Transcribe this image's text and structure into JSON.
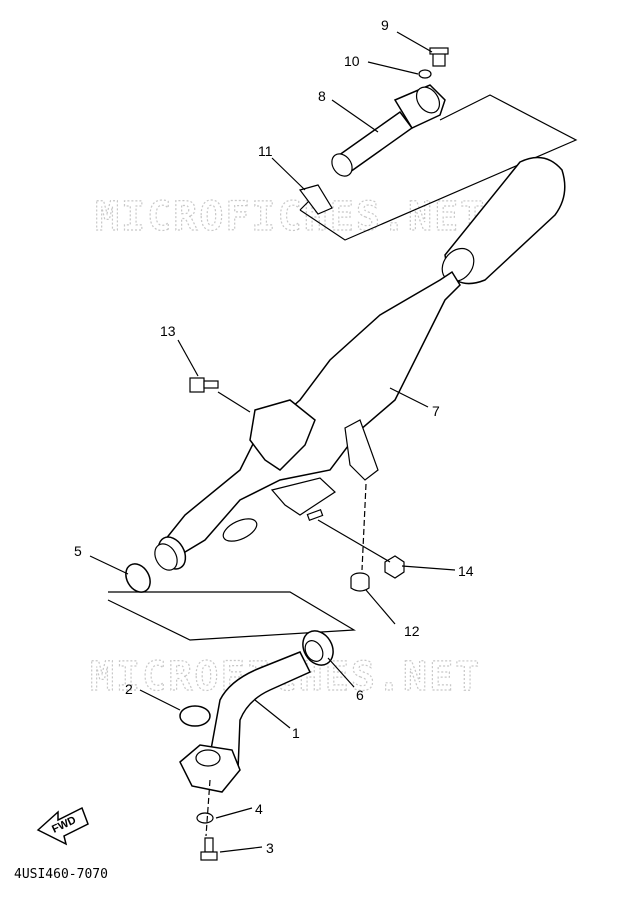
{
  "watermark": {
    "text": "MICROFICHES.NET"
  },
  "diagram_code": "4USI460-7070",
  "fwd_label": "FWD",
  "callouts": [
    {
      "id": "1",
      "label": "1"
    },
    {
      "id": "2",
      "label": "2"
    },
    {
      "id": "3",
      "label": "3"
    },
    {
      "id": "4",
      "label": "4"
    },
    {
      "id": "5",
      "label": "5"
    },
    {
      "id": "6",
      "label": "6"
    },
    {
      "id": "7",
      "label": "7"
    },
    {
      "id": "8",
      "label": "8"
    },
    {
      "id": "9",
      "label": "9"
    },
    {
      "id": "10",
      "label": "10"
    },
    {
      "id": "11",
      "label": "11"
    },
    {
      "id": "12",
      "label": "12"
    },
    {
      "id": "13",
      "label": "13"
    },
    {
      "id": "14",
      "label": "14"
    }
  ]
}
